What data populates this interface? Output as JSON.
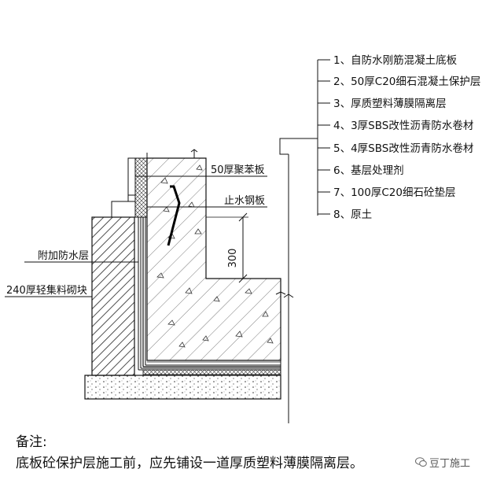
{
  "layers": [
    "1、自防水刚筋混凝土底板",
    "2、50厚C20细石混凝土保护层",
    "3、厚质塑料薄膜隔离层",
    "4、3厚SBS改性沥青防水卷材",
    "5、4厚SBS改性沥青防水卷材",
    "6、基层处理剂",
    "7、100厚C20细石砼垫层",
    "8、原土"
  ],
  "labels": {
    "polystyrene_board": "50厚聚苯板",
    "waterstop_plate": "止水钢板",
    "dimension_300": "300",
    "additional_waterproof": "附加防水层",
    "block_wall": "240厚轻集料砌块"
  },
  "note": {
    "title": "备注:",
    "text": "底板砼保护层施工前，应先铺设一道厚质塑料薄膜隔离层。"
  },
  "watermark": "豆丁施工"
}
